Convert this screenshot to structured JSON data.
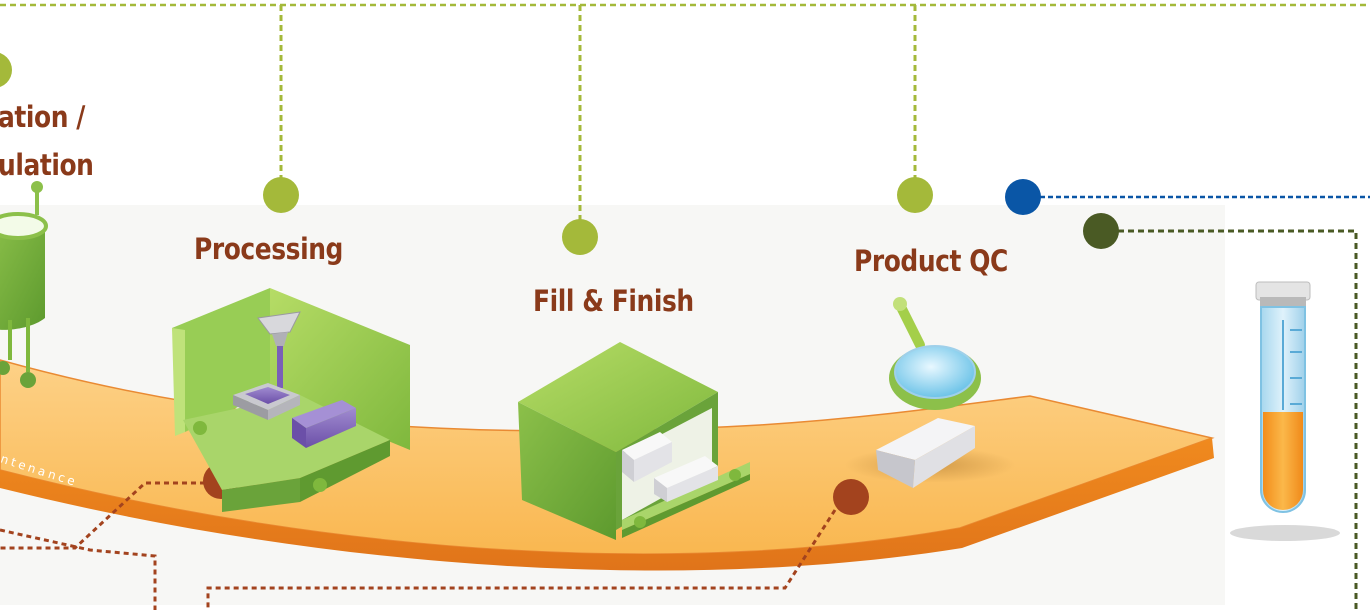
{
  "stages": [
    {
      "id": "formulation",
      "label_line1": "ation /",
      "label_line2": "ulation"
    },
    {
      "id": "processing",
      "label": "Processing"
    },
    {
      "id": "fill-finish",
      "label": "Fill & Finish"
    },
    {
      "id": "product-qc",
      "label": "Product QC"
    }
  ],
  "belt_text": "ntenance",
  "colors": {
    "label": "#8a3a1a",
    "green_dot": "#a4b93a",
    "blue_dot": "#0a56a6",
    "dark_green_dot": "#4a5a24",
    "rust_dot": "#a3431e",
    "belt": "#fbbd5c"
  }
}
